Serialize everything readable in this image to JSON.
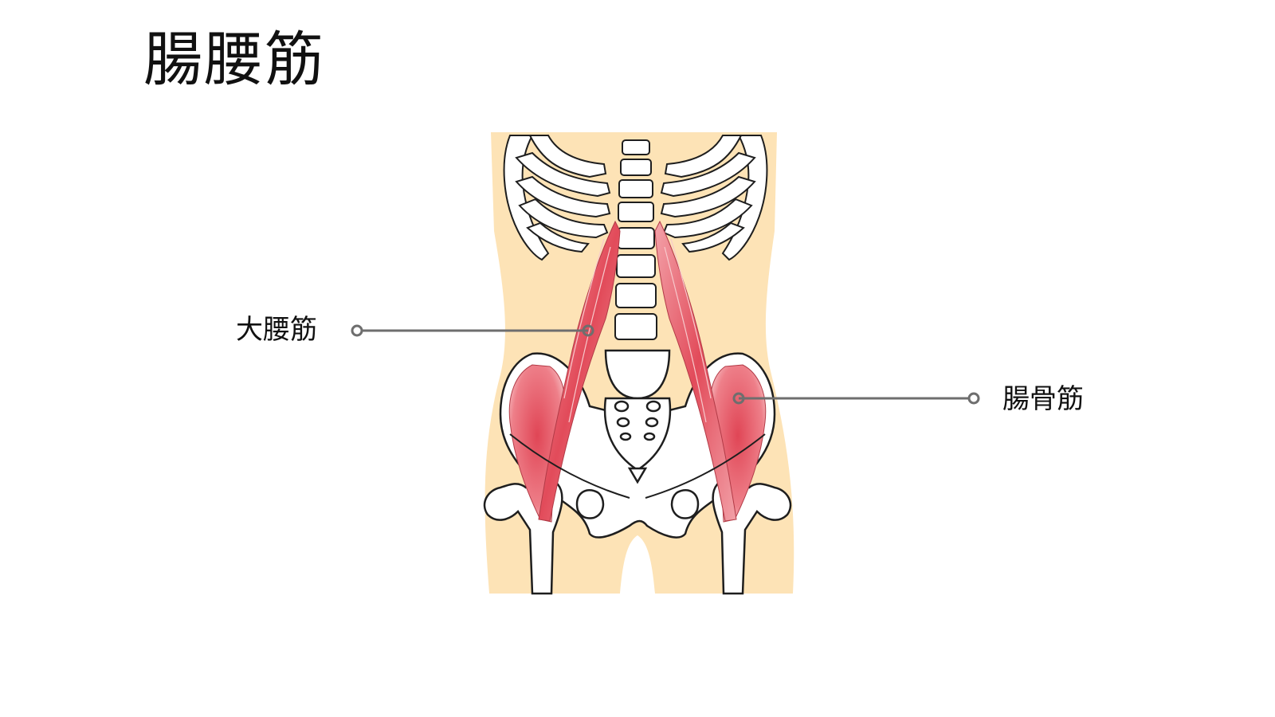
{
  "title": "腸腰筋",
  "labels": {
    "psoas_major": "大腰筋",
    "iliacus": "腸骨筋"
  },
  "colors": {
    "skin": "#fde3b6",
    "muscle": "#e24b5a",
    "muscle_light": "#f6b9bd",
    "bone": "#ffffff",
    "outline": "#1e1e1e",
    "leader_line": "#6e6e6e"
  }
}
